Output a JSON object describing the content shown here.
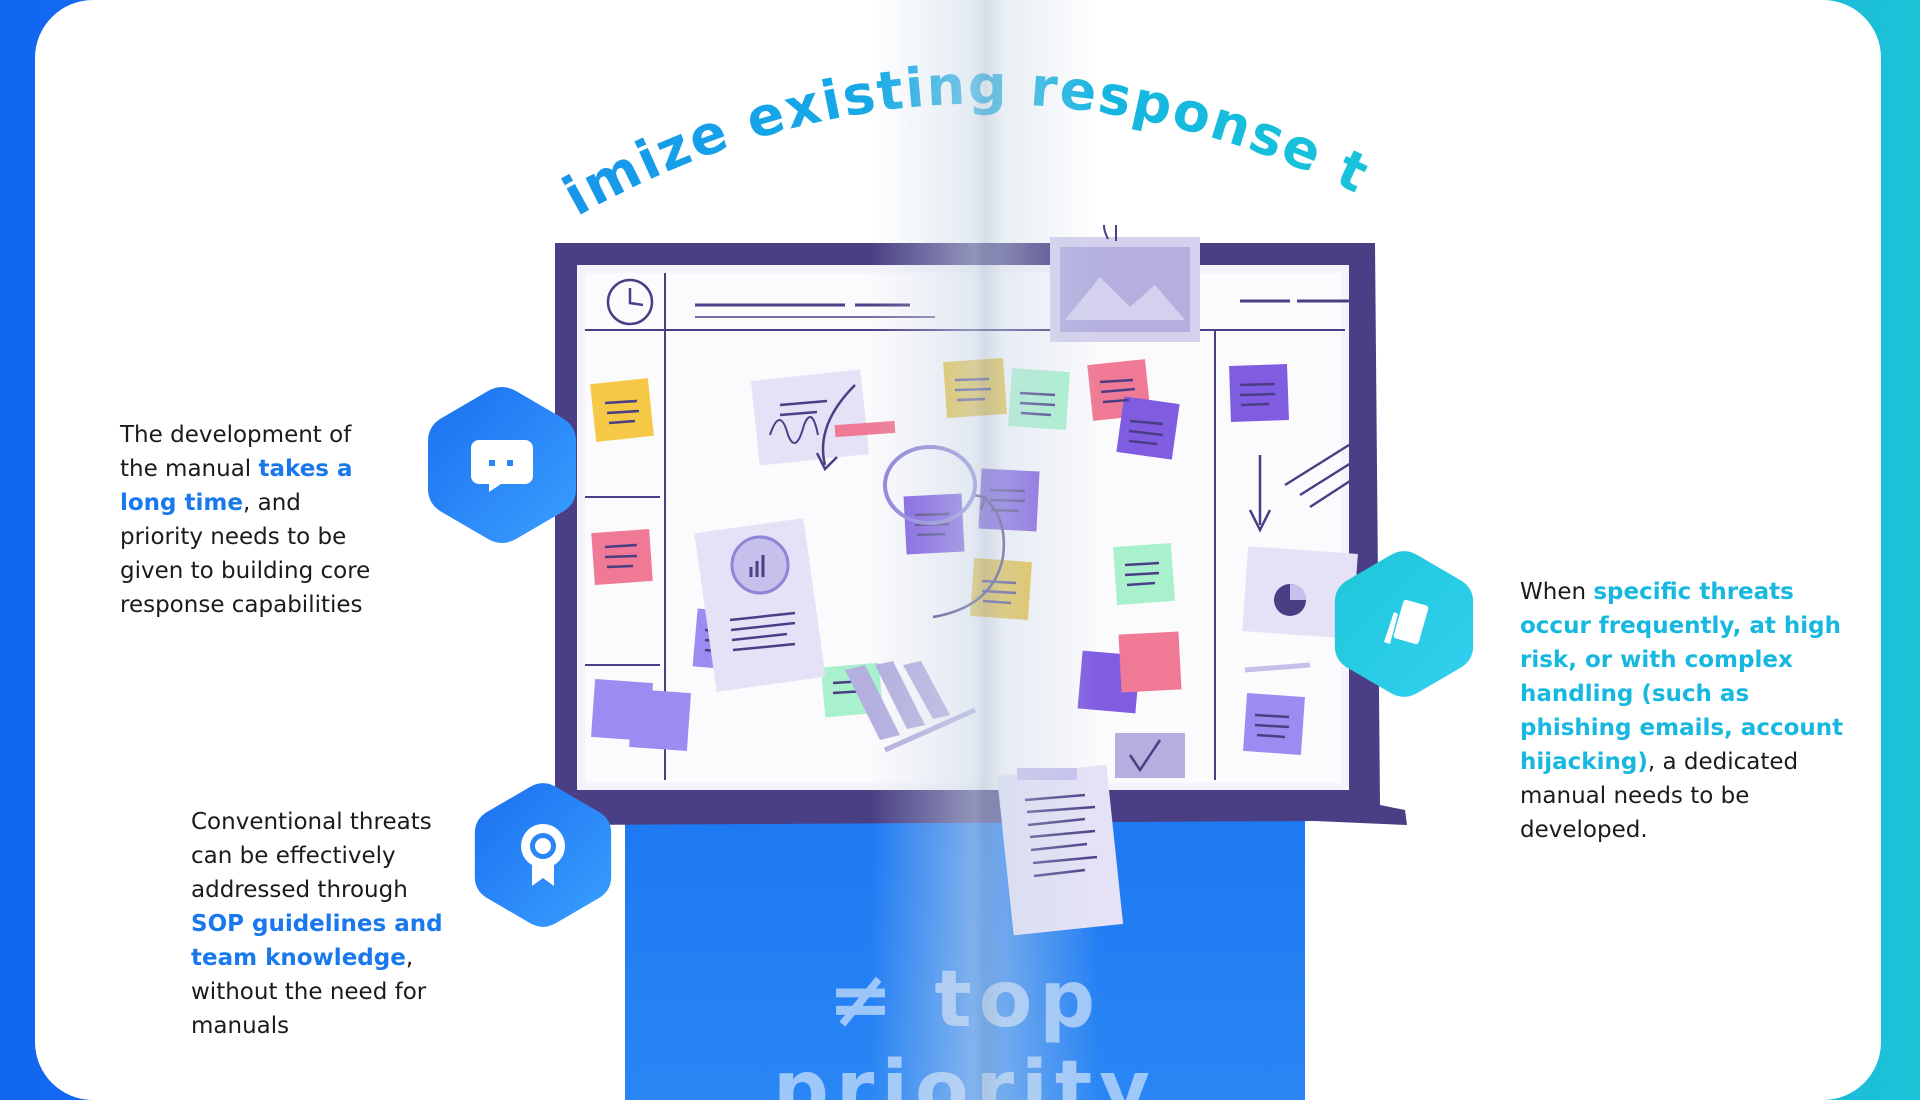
{
  "title": "Optimize existing response tools",
  "footer_text": "≠ top priority",
  "left_top": {
    "lines": [
      [
        "The development of",
        ""
      ],
      [
        "the manual ",
        "takes a"
      ],
      [
        "",
        "long time"
      ],
      [
        ", and priority",
        ""
      ],
      [
        "needs to be given to",
        ""
      ],
      [
        "building core",
        ""
      ],
      [
        "response capabilities",
        ""
      ]
    ],
    "p1": "The development of the manual ",
    "h1": "takes a long time",
    "p2": ", and priority needs to be given to building core response capabilities"
  },
  "left_bottom": {
    "p1": "Conventional threats can be effectively addressed through ",
    "h1": "SOP guidelines and team knowledge",
    "p2": ", without the need for manuals"
  },
  "right": {
    "p1": "When ",
    "h1": "specific threats occur frequently, at high risk, or with complex handling (such as phishing emails, account hijacking)",
    "p2": ", a dedicated manual needs to be developed."
  },
  "icons": {
    "chat": "chat-bubble-icon",
    "award": "award-ribbon-icon",
    "cards": "cards-icon"
  },
  "colors": {
    "accent_blue": "#1878ec",
    "accent_cyan": "#17b8df",
    "board_frame": "#4a3f85"
  }
}
